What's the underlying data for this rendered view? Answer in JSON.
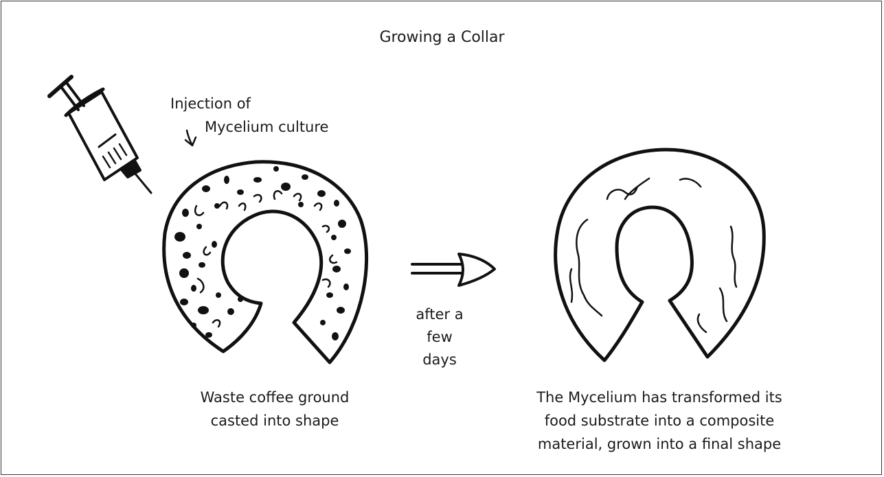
{
  "title": "Growing a Collar",
  "injection_label": {
    "line1": "Injection of",
    "line2": "Mycelium culture"
  },
  "transition_label": {
    "line1": "after a",
    "line2": "few",
    "line3": "days"
  },
  "left_caption": {
    "line1": "Waste coffee ground",
    "line2": "casted into shape"
  },
  "right_caption": {
    "line1": "The Mycelium has transformed its",
    "line2": "food substrate into a composite",
    "line3": "material, grown into a final shape"
  },
  "colors": {
    "ink": "#111111",
    "background": "#ffffff",
    "frame": "#333333"
  }
}
